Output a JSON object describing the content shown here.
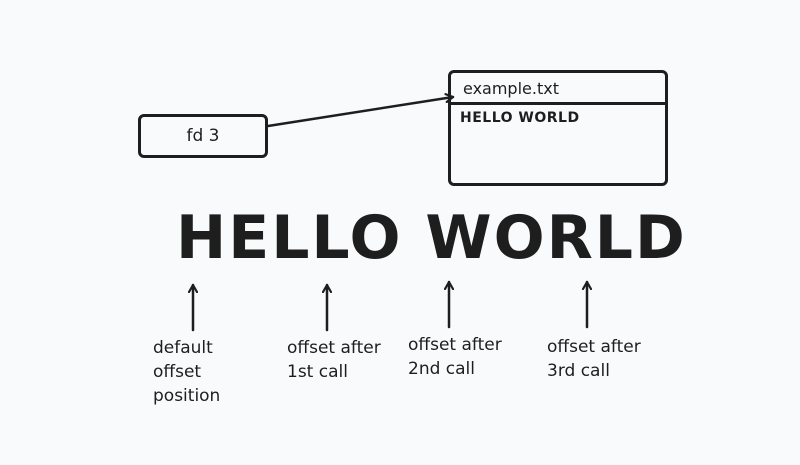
{
  "fd_box": {
    "label": "fd 3"
  },
  "file_box": {
    "filename": "example.txt",
    "content": "HELLO WORLD"
  },
  "main_text": "HELLO WORLD",
  "offset_labels": [
    "default\noffset\nposition",
    "offset after\n1st call",
    "offset after\n2nd call",
    "offset after\n3rd call"
  ],
  "colors": {
    "stroke": "#1e1e1e",
    "background": "#f9fafb"
  }
}
